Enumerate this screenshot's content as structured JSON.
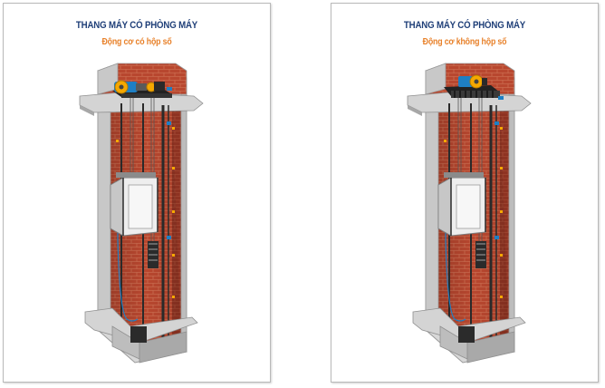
{
  "colors": {
    "title": "#1f3f78",
    "subtitle": "#e8812a",
    "brick": "#b5432d",
    "frame": "#d9d9d9",
    "motor": "#f5a800",
    "motor_blue": "#1e7fc4"
  },
  "panels": [
    {
      "title": "THANG MÁY CÓ PHÒNG MÁY",
      "subtitle": "Động cơ có hộp số",
      "machine": "geared-motor-icon"
    },
    {
      "title": "THANG MÁY CÓ PHÒNG MÁY",
      "subtitle": "Động cơ không hộp số",
      "machine": "gearless-motor-icon"
    }
  ]
}
